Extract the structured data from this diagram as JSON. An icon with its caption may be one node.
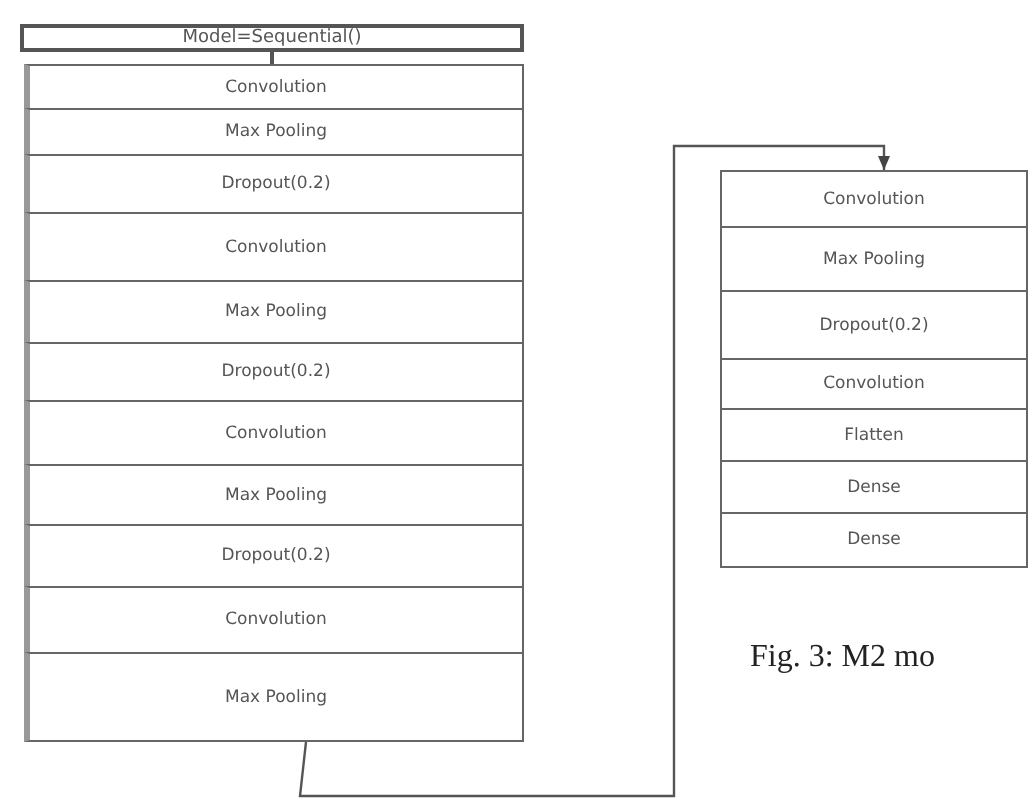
{
  "diagram": {
    "caption": "Fig. 3: M2 mo",
    "nodes": [
      {
        "text": [
          "Model=Sequential()"
        ]
      },
      {
        "text": [
          "Convolution"
        ]
      },
      {
        "text": [
          "Max Pooling"
        ]
      },
      {
        "text": [
          "Dropout(0.2)"
        ]
      },
      {
        "text": [
          "Convolution"
        ]
      },
      {
        "text": [
          "Max Pooling"
        ]
      },
      {
        "text": [
          "Dropout(0.2)"
        ]
      },
      {
        "text": [
          "Convolution"
        ]
      },
      {
        "text": [
          "Max Pooling"
        ]
      },
      {
        "text": [
          "Dropout(0.2)"
        ]
      },
      {
        "text": [
          "Convolution"
        ]
      },
      {
        "text": [
          "Max Pooling"
        ]
      },
      {
        "text": [
          "Convolution"
        ]
      },
      {
        "text": [
          "Max Pooling"
        ]
      },
      {
        "text": [
          "Dropout(0.2)"
        ]
      },
      {
        "text": [
          "Convolution"
        ]
      },
      {
        "text": [
          "Flatten"
        ]
      },
      {
        "text": [
          "Dense"
        ]
      },
      {
        "text": [
          "Dense"
        ]
      }
    ],
    "edges": [
      {
        "from": 0,
        "to": 1,
        "arrow": "none"
      },
      {
        "from": 11,
        "to": 12,
        "arrow": "to"
      }
    ]
  }
}
